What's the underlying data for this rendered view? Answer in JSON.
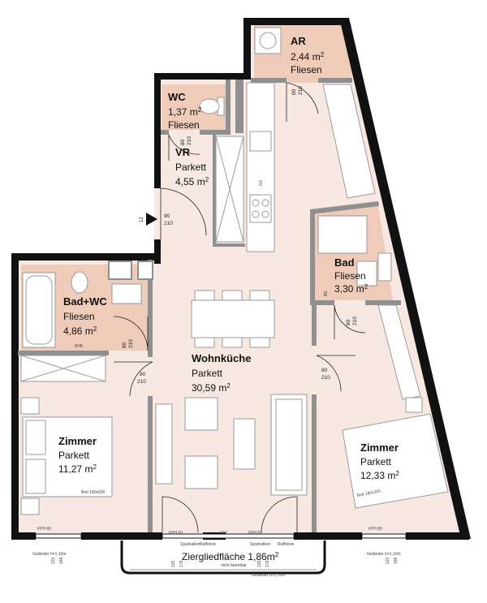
{
  "colors": {
    "floor_living": "#f7e9e1",
    "floor_wet": "#efcbb9",
    "wall": "#111111",
    "wall_inner": "#8f8f8f",
    "furniture_fill": "#ffffff",
    "furniture_stroke": "#9a9a9a"
  },
  "rooms": {
    "ar": {
      "name": "AR",
      "area": "2,44 m",
      "floor": "Fliesen"
    },
    "wc": {
      "name": "WC",
      "area": "1,37 m",
      "floor": "Fliesen"
    },
    "vr": {
      "name": "VR",
      "area": "4,55 m",
      "floor": "Parkett"
    },
    "bad": {
      "name": "Bad",
      "area": "3,30 m",
      "floor": "Fliesen"
    },
    "badwc": {
      "name": "Bad+WC",
      "area": "4,86 m",
      "floor": "Fliesen"
    },
    "wohnkueche": {
      "name": "Wohnküche",
      "area": "30,59 m",
      "floor": "Parkett"
    },
    "zimmer1": {
      "name": "Zimmer",
      "area": "11,27 m",
      "floor": "Parkett"
    },
    "zimmer2": {
      "name": "Zimmer",
      "area": "12,33 m",
      "floor": "Parkett"
    },
    "loggia": {
      "name": "Ziergliedfläche 1,86m",
      "sup": "2"
    }
  },
  "doors": {
    "d80": "80",
    "d90": "90",
    "d210": "210"
  },
  "labels": {
    "entry_number": "12",
    "gs": "GS",
    "bhk": "BHK",
    "bk": "BK",
    "bett1": "Bett 180x200",
    "bett2": "Bett 180x200",
    "fph60": "FPH 60",
    "fph80": "FPH 80",
    "fix": "FIX",
    "gelaender": "Geländer h=1,10m",
    "sparbalken": "Sparbalken",
    "raffstore": "Raffstore",
    "nicht_betretbar": "nicht betretbar",
    "ht120": "120",
    "ht168": "168",
    "ht125": "125",
    "ht178": "178"
  }
}
